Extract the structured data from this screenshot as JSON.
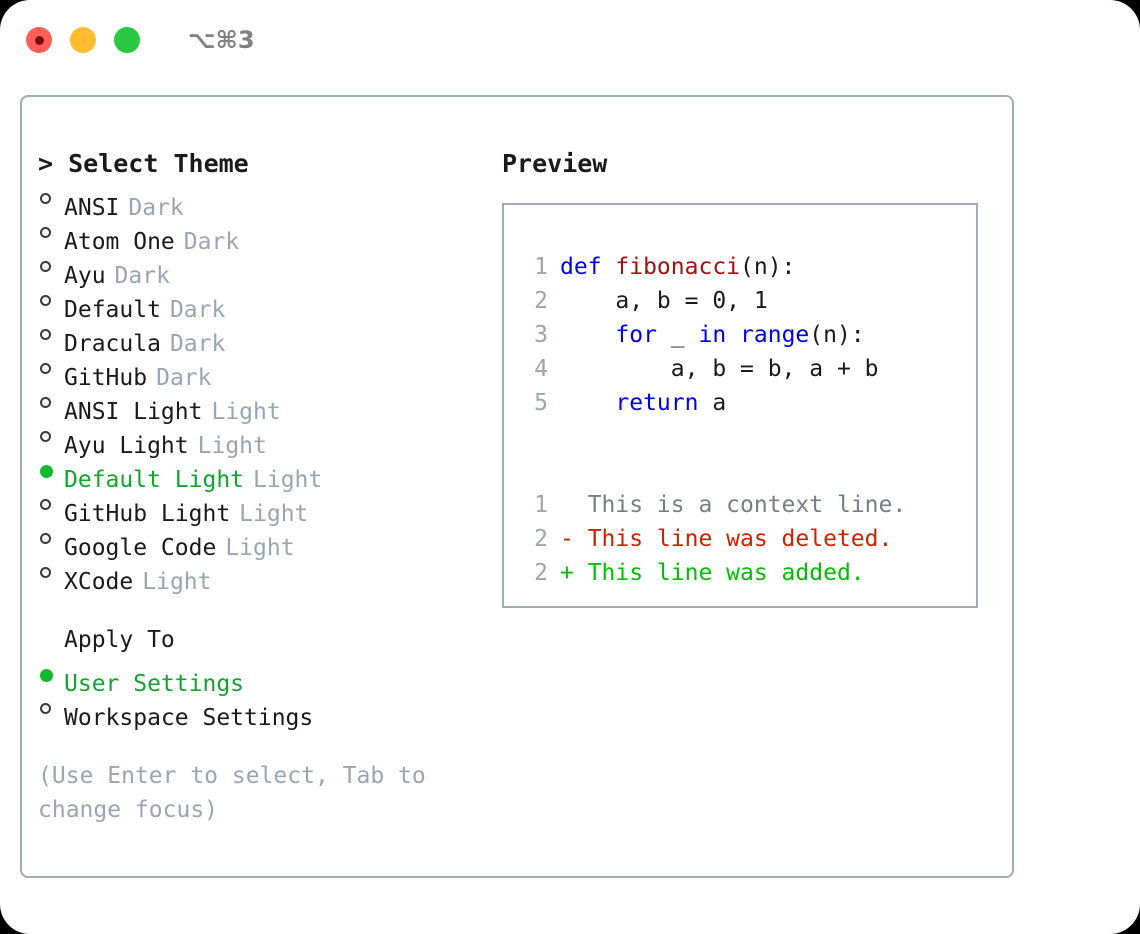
{
  "window": {
    "traffic_lights": [
      "close",
      "minimize",
      "maximize"
    ],
    "shortcut": "⌥⌘3",
    "colors": {
      "close": "#ff5f57",
      "minimize": "#febc2e",
      "maximize": "#28c840",
      "border": "#9facbc",
      "accent_green": "#12a52c",
      "tag_gray": "#9aa5b4",
      "keyword_blue": "#0000ee",
      "function_red": "#a21010",
      "diff_added": "#00c000",
      "diff_deleted": "#cc2200"
    }
  },
  "theme_list": {
    "title": "> Select Theme",
    "items": [
      {
        "marker": "o",
        "label": "ANSI",
        "tag": "Dark",
        "selected": false
      },
      {
        "marker": "o",
        "label": "Atom One",
        "tag": "Dark",
        "selected": false
      },
      {
        "marker": "o",
        "label": "Ayu",
        "tag": "Dark",
        "selected": false
      },
      {
        "marker": "o",
        "label": "Default",
        "tag": "Dark",
        "selected": false
      },
      {
        "marker": "o",
        "label": "Dracula",
        "tag": "Dark",
        "selected": false
      },
      {
        "marker": "o",
        "label": "GitHub",
        "tag": "Dark",
        "selected": false
      },
      {
        "marker": "o",
        "label": "ANSI Light",
        "tag": "Light",
        "selected": false
      },
      {
        "marker": "o",
        "label": "Ayu Light",
        "tag": "Light",
        "selected": false
      },
      {
        "marker": "●",
        "label": "Default Light",
        "tag": "Light",
        "selected": true
      },
      {
        "marker": "o",
        "label": "GitHub Light",
        "tag": "Light",
        "selected": false
      },
      {
        "marker": "o",
        "label": "Google Code",
        "tag": "Light",
        "selected": false
      },
      {
        "marker": "o",
        "label": "XCode",
        "tag": "Light",
        "selected": false
      }
    ]
  },
  "apply_to": {
    "heading": "Apply To",
    "items": [
      {
        "marker": "●",
        "label": "User Settings",
        "selected": true
      },
      {
        "marker": "o",
        "label": "Workspace Settings",
        "selected": false
      }
    ]
  },
  "hint": "(Use Enter to select, Tab to change focus)",
  "preview": {
    "title": "Preview",
    "code_lines": [
      {
        "num": "1",
        "tokens": [
          {
            "text": "def ",
            "kind": "kw"
          },
          {
            "text": "fibonacci",
            "kind": "fn"
          },
          {
            "text": "(n):",
            "kind": "txt"
          }
        ]
      },
      {
        "num": "2",
        "tokens": [
          {
            "text": "    a, b = 0, 1",
            "kind": "txt"
          }
        ]
      },
      {
        "num": "3",
        "tokens": [
          {
            "text": "    ",
            "kind": "txt"
          },
          {
            "text": "for",
            "kind": "kw"
          },
          {
            "text": " _ ",
            "kind": "txt"
          },
          {
            "text": "in range",
            "kind": "kw"
          },
          {
            "text": "(n):",
            "kind": "txt"
          }
        ]
      },
      {
        "num": "4",
        "tokens": [
          {
            "text": "        a, b = b, a + b",
            "kind": "txt"
          }
        ]
      },
      {
        "num": "5",
        "tokens": [
          {
            "text": "    ",
            "kind": "txt"
          },
          {
            "text": "return",
            "kind": "kw"
          },
          {
            "text": " a",
            "kind": "txt"
          }
        ]
      }
    ],
    "diff_lines": [
      {
        "num": "1",
        "text": "  This is a context line.",
        "kind": "ctx"
      },
      {
        "num": "2",
        "text": "- This line was deleted.",
        "kind": "del"
      },
      {
        "num": "2",
        "text": "+ This line was added.",
        "kind": "add"
      }
    ]
  }
}
